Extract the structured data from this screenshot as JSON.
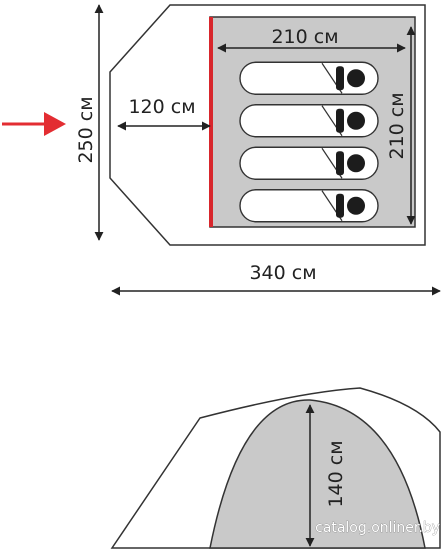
{
  "colors": {
    "outline": "#333333",
    "floor_fill": "#c9c9c9",
    "door_highlight": "#d8262c",
    "entry_arrow": "#e32d32",
    "bag_fill": "#ffffff",
    "head_fill": "#1c1c1c",
    "watermark_text": "#ffffff"
  },
  "plan": {
    "total_width_label": "340 см",
    "total_depth_label": "250 см",
    "vestibule_label": "120 см",
    "inner_width_label": "210 см",
    "inner_depth_label": "210 см",
    "berth_count": 4,
    "entry_marker_icon": "red-arrow-icon"
  },
  "profile": {
    "height_label": "140 см"
  },
  "watermark": "catalog.onliner.by"
}
